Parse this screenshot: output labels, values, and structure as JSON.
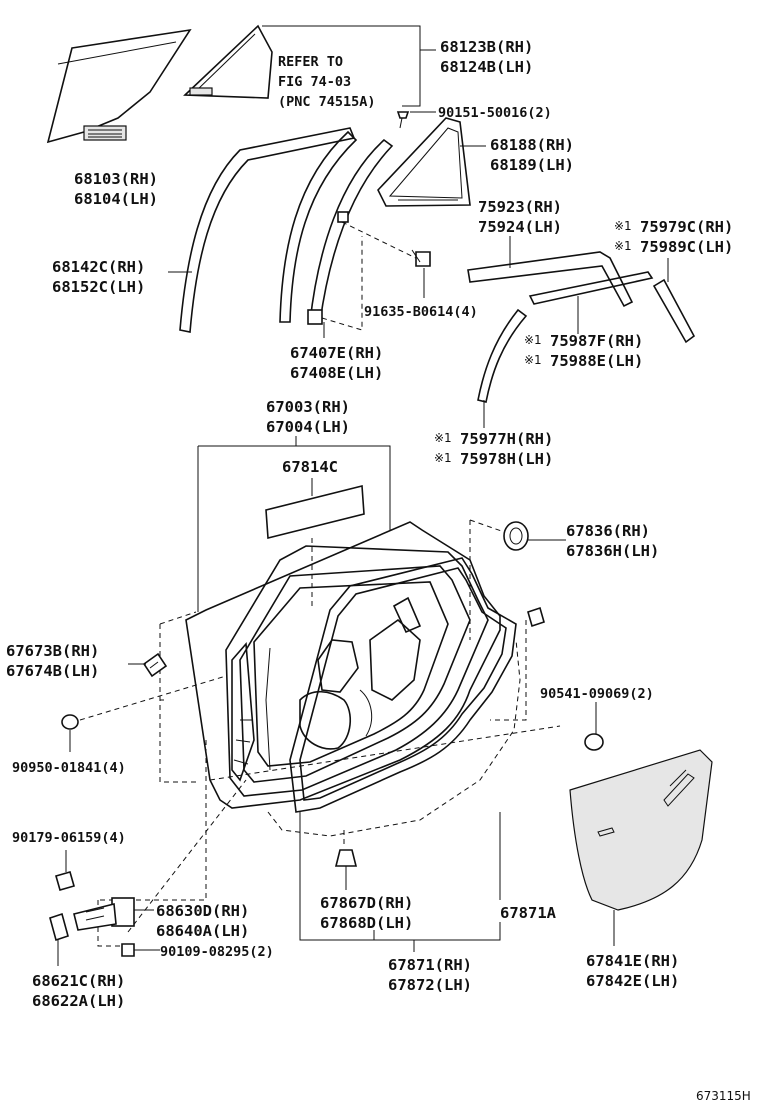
{
  "labels": {
    "p68123b": "68123B(RH)",
    "p68124b": "68124B(LH)",
    "refer_l1": "REFER TO",
    "refer_l2": "FIG 74-03",
    "refer_l3": "(PNC 74515A)",
    "p90151": "90151-50016(2)",
    "p68188": "68188(RH)",
    "p68189": "68189(LH)",
    "p68103": "68103(RH)",
    "p68104": "68104(LH)",
    "p75923": "75923(RH)",
    "p75924": "75924(LH)",
    "p75979c": "75979C(RH)",
    "p75989c": "75989C(LH)",
    "p68142c": "68142C(RH)",
    "p68152c": "68152C(LH)",
    "p91635": "91635-B0614(4)",
    "p75987f": "75987F(RH)",
    "p75988e": "75988E(LH)",
    "p67407e": "67407E(RH)",
    "p67408e": "67408E(LH)",
    "p67003": "67003(RH)",
    "p67004": "67004(LH)",
    "p75977h": "75977H(RH)",
    "p75978h": "75978H(LH)",
    "p67814c": "67814C",
    "p67836": "67836(RH)",
    "p67836h": "67836H(LH)",
    "p67673b": "67673B(RH)",
    "p67674b": "67674B(LH)",
    "p90541": "90541-09069(2)",
    "p90950": "90950-01841(4)",
    "p90179": "90179-06159(4)",
    "p68630d": "68630D(RH)",
    "p68640a": "68640A(LH)",
    "p67867d": "67867D(RH)",
    "p67868d": "67868D(LH)",
    "p67871a": "67871A",
    "p90109": "90109-08295(2)",
    "p68621c": "68621C(RH)",
    "p68622a": "68622A(LH)",
    "p67871": "67871(RH)",
    "p67872": "67872(LH)",
    "p67841e": "67841E(RH)",
    "p67842e": "67842E(LH)",
    "footer": "673115H"
  },
  "markers": {
    "kome1": "※1",
    "kome": "※"
  }
}
